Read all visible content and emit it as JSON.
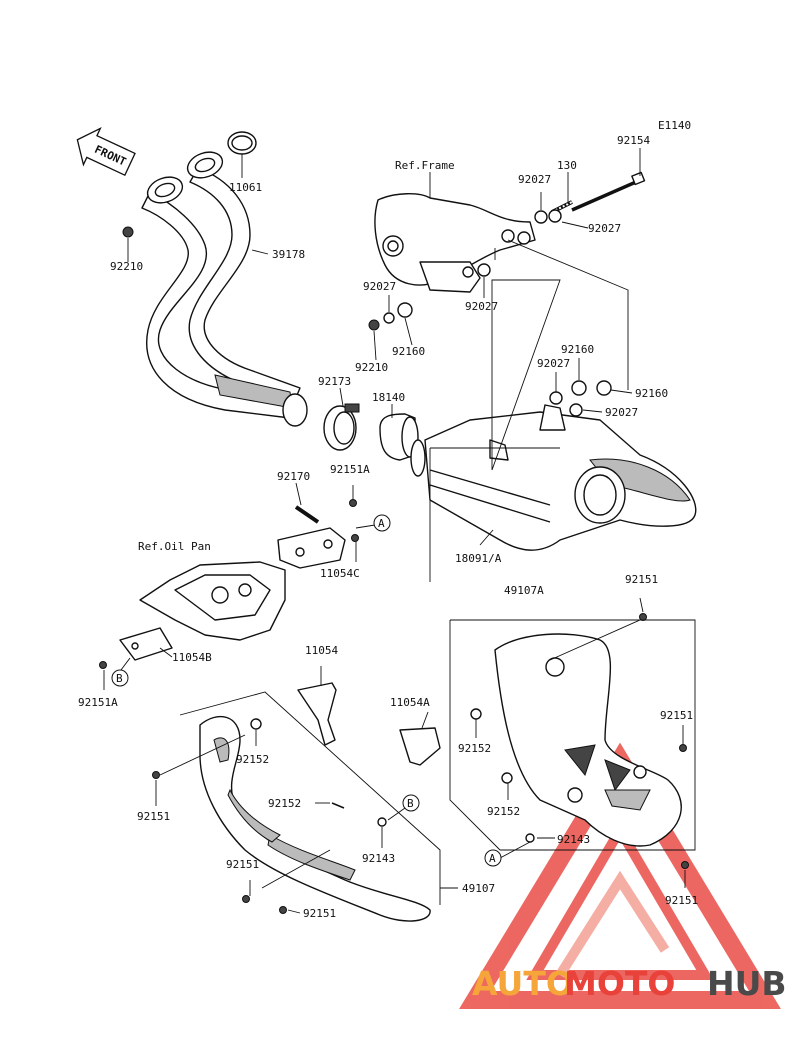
{
  "diagram": {
    "code": "E1140",
    "front_label": "FRONT",
    "ref_frame": "Ref.Frame",
    "ref_oil_pan": "Ref.Oil Pan",
    "callouts": {
      "A": "A",
      "B": "B"
    },
    "parts": {
      "p11061": "11061",
      "p92210_a": "92210",
      "p39178": "39178",
      "p130": "130",
      "p92154": "92154",
      "p92027_a": "92027",
      "p92027_b": "92027",
      "p92027_c": "92027",
      "p92027_d": "92027",
      "p92027_e": "92027",
      "p92027_f": "92027",
      "p92210_b": "92210",
      "p92160_a": "92160",
      "p92160_b": "92160",
      "p92160_c": "92160",
      "p92173": "92173",
      "p18140": "18140",
      "p92170": "92170",
      "p92151A_a": "92151A",
      "p11054C": "11054C",
      "p18091A": "18091/A",
      "p11054B": "11054B",
      "p92151A_b": "92151A",
      "p49107A": "49107A",
      "p92151_a": "92151",
      "p11054": "11054",
      "p11054A": "11054A",
      "p92152_a": "92152",
      "p92152_b": "92152",
      "p92152_c": "92152",
      "p92152_d": "92152",
      "p92151_b": "92151",
      "p92151_c": "92151",
      "p92151_d": "92151",
      "p92151_e": "92151",
      "p92151_f": "92151",
      "p92143_a": "92143",
      "p92143_b": "92143",
      "p49107": "49107"
    }
  },
  "watermark": {
    "part1": "AUTO",
    "part2": "MOTO",
    "part3": "HUB",
    "color_orange": "#f5a53a",
    "color_red": "#e8423a",
    "color_gray": "#4a4a4a"
  }
}
